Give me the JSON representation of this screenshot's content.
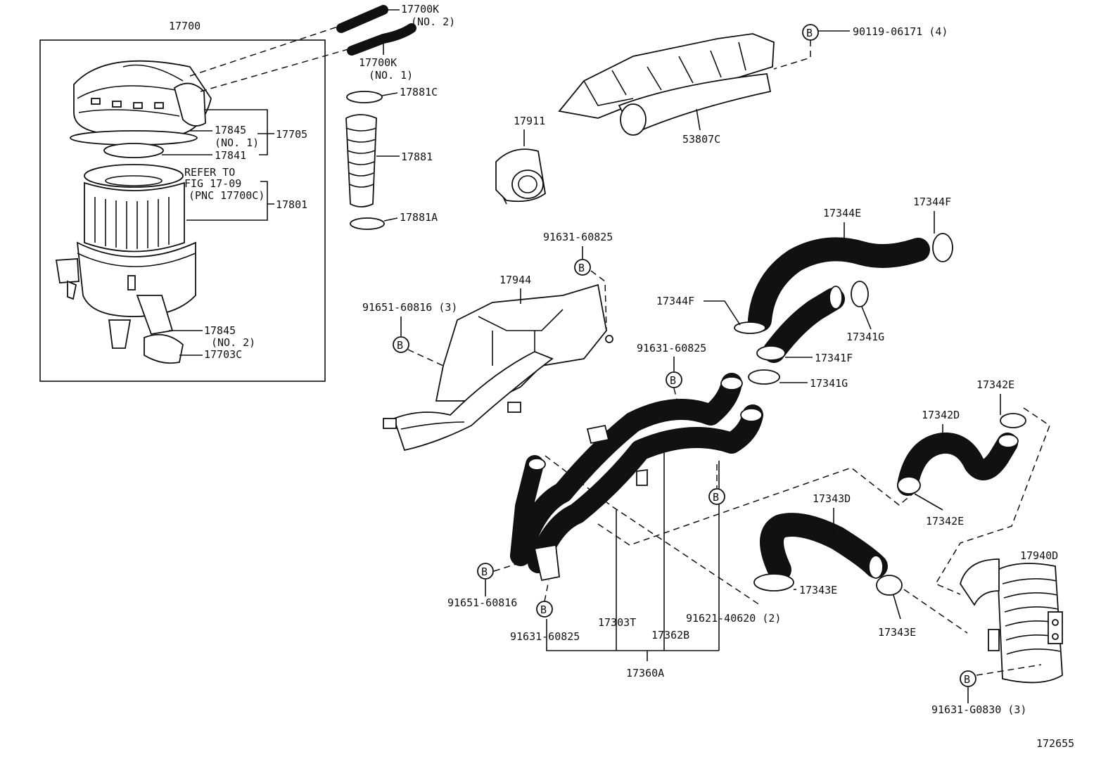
{
  "figure_number": "172655",
  "bolt_symbol": "B",
  "labels": {
    "p17700": "17700",
    "p17700k2": "17700K",
    "p17700k2_sub": "(NO. 2)",
    "p17700k1": "17700K",
    "p17700k1_sub": "(NO. 1)",
    "p17881c": "17881C",
    "p17881": "17881",
    "p17881a": "17881A",
    "p17911": "17911",
    "p53807c": "53807C",
    "p90119": "90119-06171 (4)",
    "p17845_1": "17845",
    "p17845_1_sub": "(NO. 1)",
    "p17841": "17841",
    "p17705": "17705",
    "refer1": "REFER TO",
    "refer2": "FIG 17-09",
    "refer3": "(PNC 17700C)",
    "p17801": "17801",
    "p17845_2": "17845",
    "p17845_2_sub": "(NO. 2)",
    "p17703c": "17703C",
    "p91631_a": "91631-60825",
    "p17944": "17944",
    "p91651_3": "91651-60816 (3)",
    "p17344e": "17344E",
    "p17344f_top": "17344F",
    "p17344f_left": "17344F",
    "p17341g_top": "17341G",
    "p17341f": "17341F",
    "p17341g_bot": "17341G",
    "p91631_b": "91631-60825",
    "p17342e_top": "17342E",
    "p17342d": "17342D",
    "p17342e_bot": "17342E",
    "p17343d": "17343D",
    "p17343e_left": "17343E",
    "p17343e_right": "17343E",
    "p17940d": "17940D",
    "p91651_b": "91651-60816",
    "p91631_c": "91631-60825",
    "p17303t": "17303T",
    "p17362b": "17362B",
    "p91621": "91621-40620 (2)",
    "p17360a": "17360A",
    "p91631_g": "91631-G0830 (3)"
  }
}
